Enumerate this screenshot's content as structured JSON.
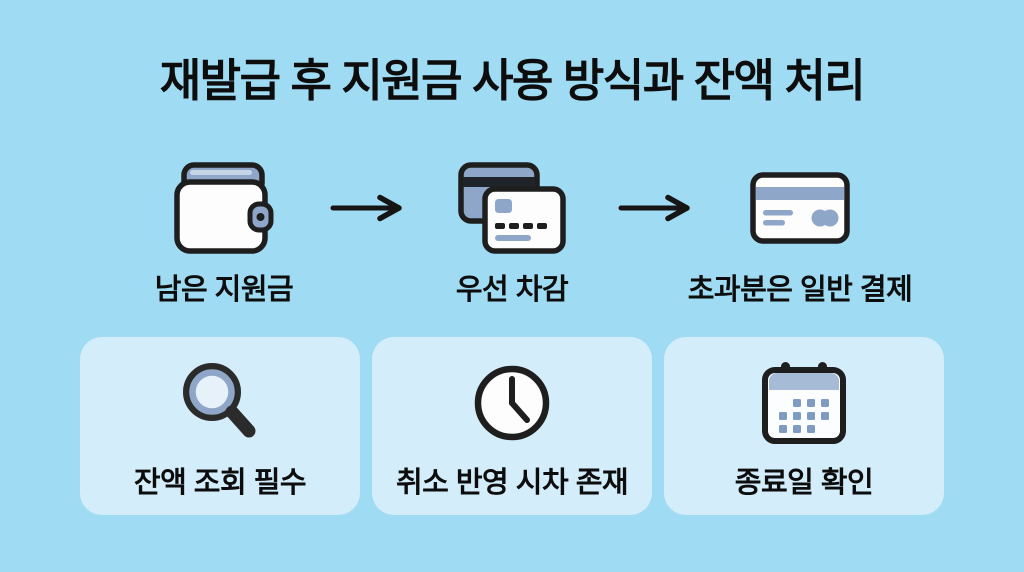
{
  "title": "재발급 후 지원금 사용 방식과 잔액 처리",
  "colors": {
    "background": "#9FDBF3",
    "card_background": "#D3EDFA",
    "accent_slate": "#8EA7C8",
    "accent_slate_light": "#A6BBD6",
    "outline_dark": "#1E1E1E",
    "text": "#0D0D0D"
  },
  "flow": {
    "connector_icon": "arrow-right-icon",
    "steps": [
      {
        "icon": "wallet-icon",
        "label": "남은 지원금"
      },
      {
        "icon": "credit-cards-icon",
        "label": "우선 차감"
      },
      {
        "icon": "credit-card-icon",
        "label": "초과분은 일반 결제"
      }
    ]
  },
  "cards": [
    {
      "icon": "magnifier-icon",
      "label": "잔액 조회 필수"
    },
    {
      "icon": "clock-icon",
      "label": "취소 반영 시차 존재"
    },
    {
      "icon": "calendar-icon",
      "label": "종료일 확인"
    }
  ]
}
